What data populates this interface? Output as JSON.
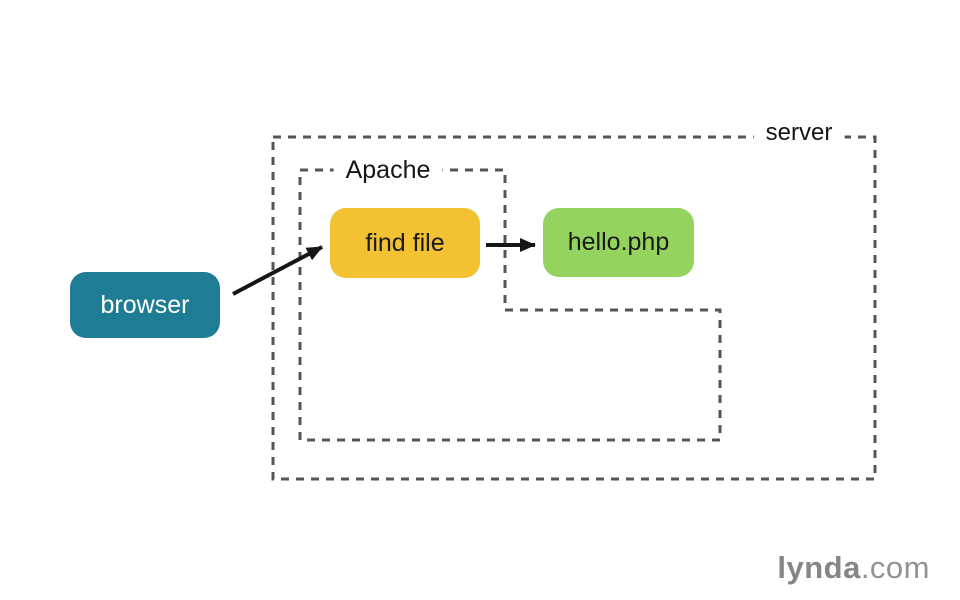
{
  "diagram": {
    "containers": {
      "server": {
        "label": "server"
      },
      "apache": {
        "label": "Apache"
      }
    },
    "nodes": {
      "browser": {
        "label": "browser",
        "fill": "#1e7d95",
        "text_color": "#ffffff"
      },
      "find_file": {
        "label": "find file",
        "fill": "#f2c233",
        "text_color": "#1a1a1a"
      },
      "hello_php": {
        "label": "hello.php",
        "fill": "#95d35f",
        "text_color": "#1a1a1a"
      }
    },
    "arrows": [
      {
        "name": "browser-to-find-file",
        "from": "browser",
        "to": "find file"
      },
      {
        "name": "find-file-to-hello-php",
        "from": "find file",
        "to": "hello.php"
      }
    ],
    "line_color": "#555555",
    "arrow_color": "#161616",
    "label_color": "#161616"
  },
  "branding": {
    "logo_primary": "lynda",
    "logo_suffix": ".com"
  }
}
